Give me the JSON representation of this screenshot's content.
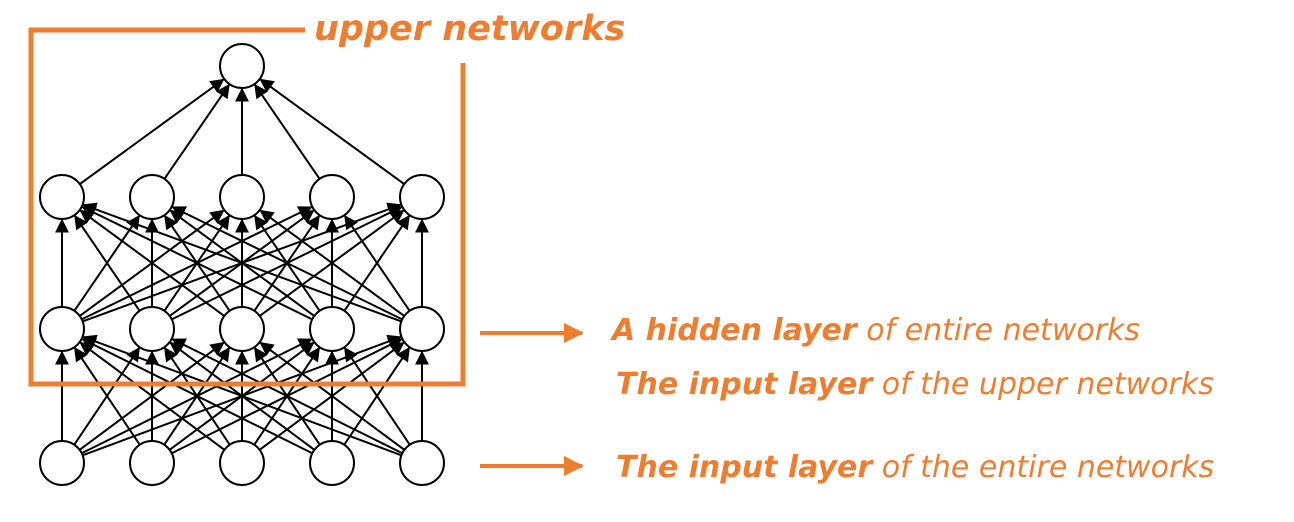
{
  "colors": {
    "accent": "#ED7D31",
    "node_stroke": "#000000",
    "edge": "#000000"
  },
  "network": {
    "layers": [
      5,
      5,
      5,
      1
    ]
  },
  "labels": {
    "upper_title": "upper networks",
    "hidden_layer": {
      "bold": "A hidden layer",
      "rest": " of entire networks"
    },
    "upper_input": {
      "bold": "The input layer",
      "rest": " of the upper networks"
    },
    "entire_input": {
      "bold": "The input layer",
      "rest": " of the entire networks"
    }
  }
}
